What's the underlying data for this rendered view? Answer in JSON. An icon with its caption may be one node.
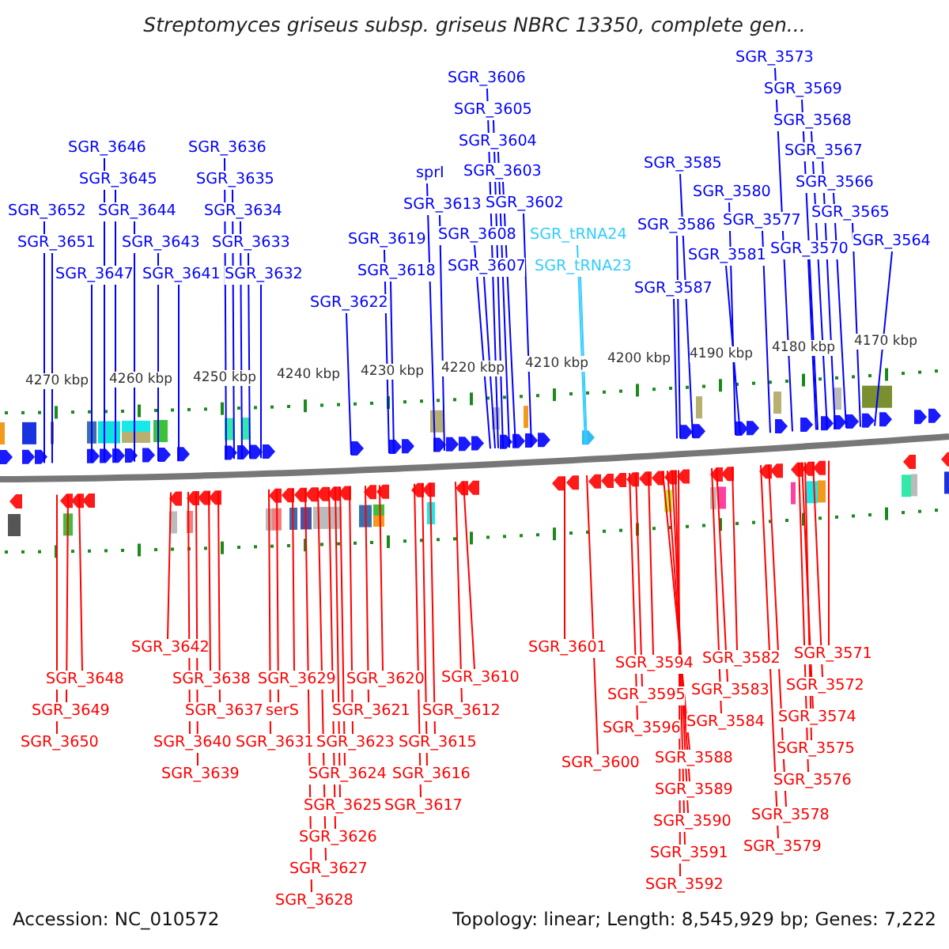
{
  "diagram": {
    "title": "Streptomyces griseus subsp. griseus NBRC 13350, complete gen...",
    "nodes": [
      {
        "text": [
          "SGR_3652"
        ]
      },
      {
        "text": [
          "SGR_3651"
        ]
      },
      {
        "text": [
          "SGR_3646"
        ]
      },
      {
        "text": [
          "SGR_3645"
        ]
      },
      {
        "text": [
          "SGR_3644"
        ]
      },
      {
        "text": [
          "SGR_3643"
        ]
      },
      {
        "text": [
          "SGR_3647"
        ]
      },
      {
        "text": [
          "SGR_3641"
        ]
      },
      {
        "text": [
          "SGR_3636"
        ]
      },
      {
        "text": [
          "SGR_3635"
        ]
      },
      {
        "text": [
          "SGR_3634"
        ]
      },
      {
        "text": [
          "SGR_3633"
        ]
      },
      {
        "text": [
          "SGR_3632"
        ]
      },
      {
        "text": [
          "SGR_3622"
        ]
      },
      {
        "text": [
          "SGR_3619"
        ]
      },
      {
        "text": [
          "SGR_3618"
        ]
      },
      {
        "text": [
          "sprI"
        ]
      },
      {
        "text": [
          "SGR_3613"
        ]
      },
      {
        "text": [
          "SGR_3606"
        ]
      },
      {
        "text": [
          "SGR_3605"
        ]
      },
      {
        "text": [
          "SGR_3604"
        ]
      },
      {
        "text": [
          "SGR_3603"
        ]
      },
      {
        "text": [
          "SGR_3602"
        ]
      },
      {
        "text": [
          "SGR_3608"
        ]
      },
      {
        "text": [
          "SGR_3607"
        ]
      },
      {
        "text": [
          "SGR_tRNA24"
        ]
      },
      {
        "text": [
          "SGR_tRNA23"
        ]
      },
      {
        "text": [
          "SGR_3585"
        ]
      },
      {
        "text": [
          "SGR_3586"
        ]
      },
      {
        "text": [
          "SGR_3587"
        ]
      },
      {
        "text": [
          "SGR_3580"
        ]
      },
      {
        "text": [
          "SGR_3581"
        ]
      },
      {
        "text": [
          "SGR_3577"
        ]
      },
      {
        "text": [
          "SGR_3573"
        ]
      },
      {
        "text": [
          "SGR_3569"
        ]
      },
      {
        "text": [
          "SGR_3568"
        ]
      },
      {
        "text": [
          "SGR_3567"
        ]
      },
      {
        "text": [
          "SGR_3566"
        ]
      },
      {
        "text": [
          "SGR_3565"
        ]
      },
      {
        "text": [
          "SGR_3570"
        ]
      },
      {
        "text": [
          "SGR_3564"
        ]
      },
      {
        "text": [
          "SGR_3642"
        ]
      },
      {
        "text": [
          "SGR_3648"
        ]
      },
      {
        "text": [
          "SGR_3638"
        ]
      },
      {
        "text": [
          "SGR_3629"
        ]
      },
      {
        "text": [
          "SGR_3620"
        ]
      },
      {
        "text": [
          "SGR_3610"
        ]
      },
      {
        "text": [
          "SGR_3649"
        ]
      },
      {
        "text": [
          "SGR_3637"
        ]
      },
      {
        "text": [
          "serS"
        ]
      },
      {
        "text": [
          "SGR_3621"
        ]
      },
      {
        "text": [
          "SGR_3612"
        ]
      },
      {
        "text": [
          "SGR_3650"
        ]
      },
      {
        "text": [
          "SGR_3640"
        ]
      },
      {
        "text": [
          "SGR_3631"
        ]
      },
      {
        "text": [
          "SGR_3623"
        ]
      },
      {
        "text": [
          "SGR_3615"
        ]
      },
      {
        "text": [
          "SGR_3639"
        ]
      },
      {
        "text": [
          "SGR_3624"
        ]
      },
      {
        "text": [
          "SGR_3616"
        ]
      },
      {
        "text": [
          "SGR_3625"
        ]
      },
      {
        "text": [
          "SGR_3617"
        ]
      },
      {
        "text": [
          "SGR_3626"
        ]
      },
      {
        "text": [
          "SGR_3627"
        ]
      },
      {
        "text": [
          "SGR_3628"
        ]
      },
      {
        "text": [
          "SGR_3601"
        ]
      },
      {
        "text": [
          "SGR_3571"
        ]
      },
      {
        "text": [
          "SGR_3582"
        ]
      },
      {
        "text": [
          "SGR_3594"
        ]
      },
      {
        "text": [
          "SGR_3572"
        ]
      },
      {
        "text": [
          "SGR_3595"
        ]
      },
      {
        "text": [
          "SGR_3583"
        ]
      },
      {
        "text": [
          "SGR_3574"
        ]
      },
      {
        "text": [
          "SGR_3584"
        ]
      },
      {
        "text": [
          "SGR_3596"
        ]
      },
      {
        "text": [
          "SGR_3575"
        ]
      },
      {
        "text": [
          "SGR_3588"
        ]
      },
      {
        "text": [
          "SGR_3600"
        ]
      },
      {
        "text": [
          "SGR_3576"
        ]
      },
      {
        "text": [
          "SGR_3589"
        ]
      },
      {
        "text": [
          "SGR_3578"
        ]
      },
      {
        "text": [
          "SGR_3590"
        ]
      },
      {
        "text": [
          "SGR_3579"
        ]
      },
      {
        "text": [
          "SGR_3591"
        ]
      },
      {
        "text": [
          "SGR_3592"
        ]
      }
    ],
    "edges": [
      {
        "from": 0,
        "to": null,
        "arrow": "none",
        "color": "#0000ff"
      },
      {
        "from": 1,
        "to": null,
        "arrow": "none",
        "color": "#0000ff"
      },
      {
        "from": 2,
        "to": null,
        "arrow": "none",
        "color": "#0000ff"
      },
      {
        "from": 3,
        "to": null,
        "arrow": "none",
        "color": "#0000ff"
      },
      {
        "from": 4,
        "to": null,
        "arrow": "none",
        "color": "#0000ff"
      },
      {
        "from": 5,
        "to": null,
        "arrow": "none",
        "color": "#0000ff"
      },
      {
        "from": 6,
        "to": null,
        "arrow": "none",
        "color": "#0000ff"
      },
      {
        "from": 7,
        "to": null,
        "arrow": "none",
        "color": "#0000ff"
      },
      {
        "from": 8,
        "to": null,
        "arrow": "none",
        "color": "#0000ff"
      },
      {
        "from": 9,
        "to": null,
        "arrow": "none",
        "color": "#0000ff"
      },
      {
        "from": 10,
        "to": null,
        "arrow": "none",
        "color": "#0000ff"
      },
      {
        "from": 11,
        "to": null,
        "arrow": "none",
        "color": "#0000ff"
      },
      {
        "from": 12,
        "to": null,
        "arrow": "none",
        "color": "#0000ff"
      },
      {
        "from": 13,
        "to": null,
        "arrow": "none",
        "color": "#0000ff"
      },
      {
        "from": 14,
        "to": null,
        "arrow": "none",
        "color": "#0000ff"
      },
      {
        "from": 15,
        "to": null,
        "arrow": "none",
        "color": "#0000ff"
      },
      {
        "from": 16,
        "to": null,
        "arrow": "none",
        "color": "#0000ff"
      },
      {
        "from": 17,
        "to": null,
        "arrow": "none",
        "color": "#0000ff"
      },
      {
        "from": 18,
        "to": null,
        "arrow": "none",
        "color": "#0000ff"
      },
      {
        "from": 19,
        "to": null,
        "arrow": "none",
        "color": "#0000ff"
      },
      {
        "from": 20,
        "to": null,
        "arrow": "none",
        "color": "#0000ff"
      },
      {
        "from": 21,
        "to": null,
        "arrow": "none",
        "color": "#0000ff"
      },
      {
        "from": 22,
        "to": null,
        "arrow": "none",
        "color": "#0000ff"
      },
      {
        "from": 23,
        "to": null,
        "arrow": "none",
        "color": "#0000ff"
      },
      {
        "from": 24,
        "to": null,
        "arrow": "none",
        "color": "#0000ff"
      },
      {
        "from": 25,
        "to": null,
        "arrow": "none",
        "color": "#33ccff"
      },
      {
        "from": 26,
        "to": null,
        "arrow": "none",
        "color": "#33ccff"
      },
      {
        "from": 27,
        "to": null,
        "arrow": "none",
        "color": "#0000ff"
      },
      {
        "from": 28,
        "to": null,
        "arrow": "none",
        "color": "#0000ff"
      },
      {
        "from": 29,
        "to": null,
        "arrow": "none",
        "color": "#0000ff"
      },
      {
        "from": 30,
        "to": null,
        "arrow": "none",
        "color": "#0000ff"
      },
      {
        "from": 31,
        "to": null,
        "arrow": "none",
        "color": "#0000ff"
      },
      {
        "from": 32,
        "to": null,
        "arrow": "none",
        "color": "#0000ff"
      },
      {
        "from": 33,
        "to": null,
        "arrow": "none",
        "color": "#0000ff"
      },
      {
        "from": 34,
        "to": null,
        "arrow": "none",
        "color": "#0000ff"
      },
      {
        "from": 35,
        "to": null,
        "arrow": "none",
        "color": "#0000ff"
      },
      {
        "from": 36,
        "to": null,
        "arrow": "none",
        "color": "#0000ff"
      },
      {
        "from": 37,
        "to": null,
        "arrow": "none",
        "color": "#0000ff"
      },
      {
        "from": 38,
        "to": null,
        "arrow": "none",
        "color": "#0000ff"
      },
      {
        "from": 39,
        "to": null,
        "arrow": "none",
        "color": "#0000ff"
      },
      {
        "from": 40,
        "to": null,
        "arrow": "none",
        "color": "#0000ff"
      },
      {
        "from": 41,
        "to": null,
        "arrow": "none"
      },
      {
        "from": 42,
        "to": null,
        "arrow": "none"
      },
      {
        "from": 43,
        "to": null,
        "arrow": "none"
      },
      {
        "from": 44,
        "to": null,
        "arrow": "none"
      },
      {
        "from": 45,
        "to": null,
        "arrow": "none"
      },
      {
        "from": 46,
        "to": null,
        "arrow": "none"
      },
      {
        "from": 47,
        "to": null,
        "arrow": "none"
      },
      {
        "from": 48,
        "to": null,
        "arrow": "none"
      },
      {
        "from": 49,
        "to": null,
        "arrow": "none"
      },
      {
        "from": 50,
        "to": null,
        "arrow": "none"
      },
      {
        "from": 51,
        "to": null,
        "arrow": "none"
      },
      {
        "from": 52,
        "to": null,
        "arrow": "none"
      },
      {
        "from": 53,
        "to": null,
        "arrow": "none"
      },
      {
        "from": 54,
        "to": null,
        "arrow": "none"
      },
      {
        "from": 55,
        "to": null,
        "arrow": "none"
      },
      {
        "from": 56,
        "to": null,
        "arrow": "none"
      },
      {
        "from": 57,
        "to": null,
        "arrow": "none"
      },
      {
        "from": 58,
        "to": null,
        "arrow": "none"
      },
      {
        "from": 59,
        "to": null,
        "arrow": "none"
      },
      {
        "from": 60,
        "to": null,
        "arrow": "none"
      },
      {
        "from": 61,
        "to": null,
        "arrow": "none"
      },
      {
        "from": 62,
        "to": null,
        "arrow": "none"
      },
      {
        "from": 63,
        "to": null,
        "arrow": "none"
      },
      {
        "from": 64,
        "to": null,
        "arrow": "none"
      },
      {
        "from": 65,
        "to": null,
        "arrow": "none"
      },
      {
        "from": 66,
        "to": null,
        "arrow": "none"
      },
      {
        "from": 67,
        "to": null,
        "arrow": "none"
      },
      {
        "from": 68,
        "to": null,
        "arrow": "none"
      },
      {
        "from": 69,
        "to": null,
        "arrow": "none"
      },
      {
        "from": 70,
        "to": null,
        "arrow": "none"
      },
      {
        "from": 71,
        "to": null,
        "arrow": "none"
      },
      {
        "from": 72,
        "to": null,
        "arrow": "none"
      },
      {
        "from": 73,
        "to": null,
        "arrow": "none"
      },
      {
        "from": 74,
        "to": null,
        "arrow": "none"
      },
      {
        "from": 75,
        "to": null,
        "arrow": "none"
      },
      {
        "from": 76,
        "to": null,
        "arrow": "none"
      },
      {
        "from": 77,
        "to": null,
        "arrow": "none"
      },
      {
        "from": 78,
        "to": null,
        "arrow": "none"
      },
      {
        "from": 79,
        "to": null,
        "arrow": "none"
      },
      {
        "from": 80,
        "to": null,
        "arrow": "none"
      },
      {
        "from": 81,
        "to": null,
        "arrow": "none"
      },
      {
        "from": 82,
        "to": null,
        "arrow": "none"
      },
      {
        "from": 83,
        "to": null,
        "arrow": "none"
      },
      {
        "from": 84,
        "to": null,
        "arrow": "none"
      }
    ],
    "labels": [
      "4270 kbp",
      "4260 kbp",
      "4250 kbp",
      "4240 kbp",
      "4230 kbp",
      "4220 kbp",
      "4210 kbp",
      "4200 kbp",
      "4190 kbp",
      "4180 kbp",
      "4170 kbp",
      "Accession: NC_010572",
      "Topology: linear; Length: 8,545,929 bp; Genes: 7,222"
    ]
  }
}
